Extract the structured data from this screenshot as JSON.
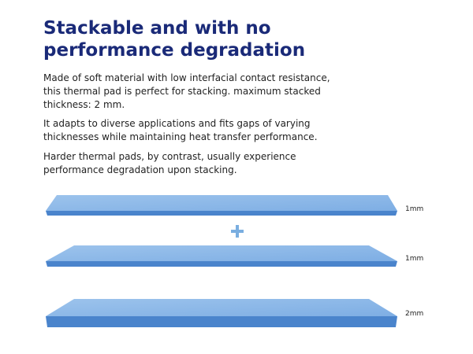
{
  "headline": {
    "line1": "Stackable and with no",
    "line2": "performance degradation"
  },
  "paragraphs": [
    {
      "lines": [
        "Made of soft material with low interfacial contact resistance,",
        "this thermal pad is perfect for stacking. maximum stacked",
        "thickness: 2 mm."
      ]
    },
    {
      "lines": [
        "It adapts to diverse applications and fits gaps of varying",
        "thicknesses while maintaining heat transfer performance."
      ]
    },
    {
      "lines": [
        "Harder thermal pads, by contrast, usually experience",
        "performance degradation upon stacking."
      ]
    }
  ],
  "pads": [
    {
      "thickness_label": "1mm"
    },
    {
      "thickness_label": "1mm"
    },
    {
      "thickness_label": "2mm"
    }
  ],
  "colors": {
    "headline": "#1a2a78",
    "pad_top": "#86b4e6",
    "pad_edge": "#4a84cc",
    "plus": "#7aaee0"
  },
  "icons": {
    "plus": "plus-icon"
  }
}
